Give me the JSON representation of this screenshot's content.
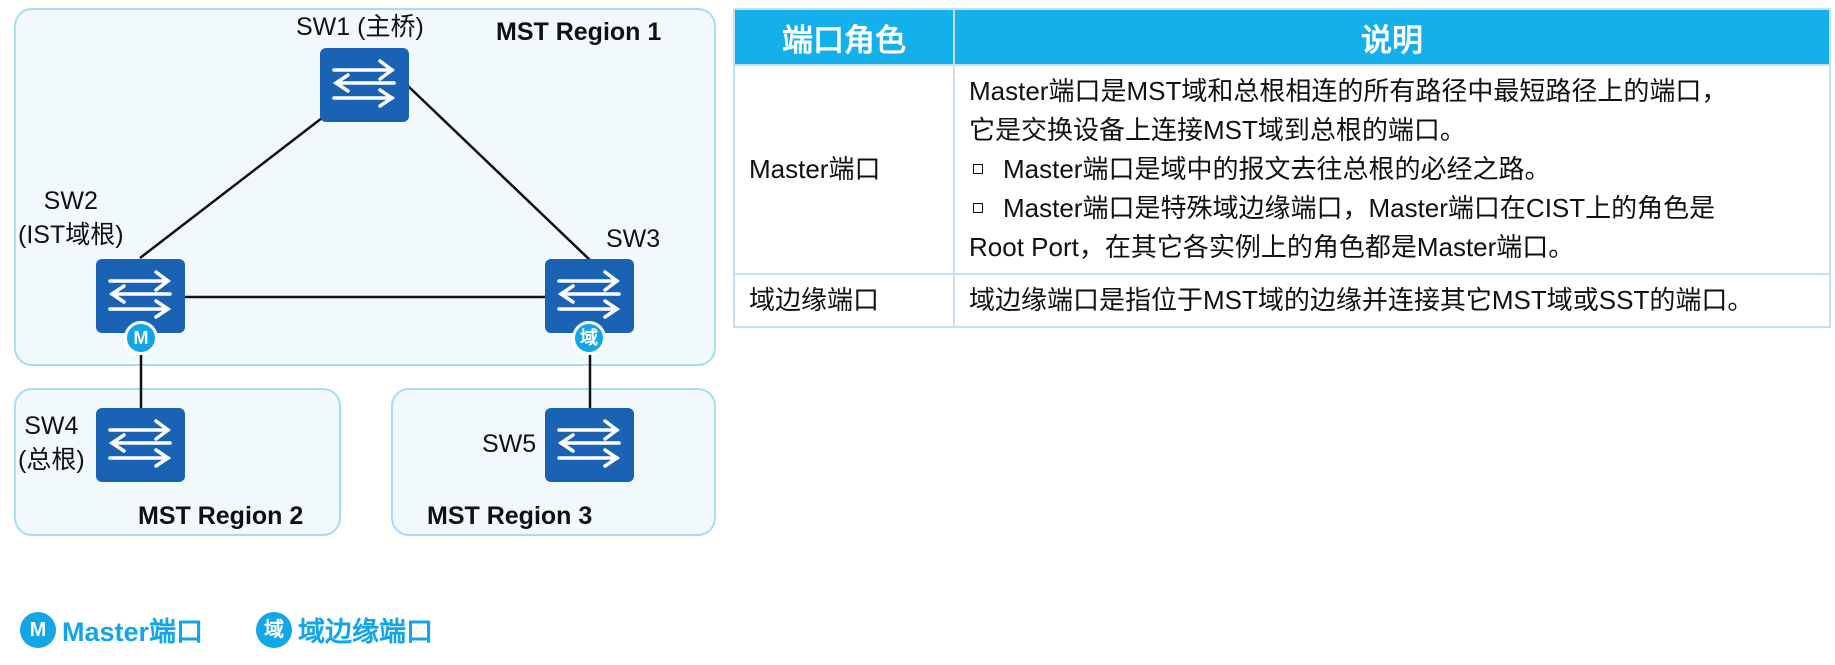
{
  "regions": [
    {
      "label": "MST Region 1"
    },
    {
      "label": "MST Region 2"
    },
    {
      "label": "MST Region 3"
    }
  ],
  "switches": [
    {
      "name": "SW1 (主桥)"
    },
    {
      "name_line1": "SW2",
      "name_line2": "(IST域根)"
    },
    {
      "name": "SW3"
    },
    {
      "name_line1": "SW4",
      "name_line2": "(总根)"
    },
    {
      "name": "SW5"
    }
  ],
  "badges": {
    "master": "M",
    "edge": "域"
  },
  "table": {
    "headers": [
      "端口角色",
      "说明"
    ],
    "rows": [
      {
        "role": "Master端口",
        "desc_lines": [
          "Master端口是MST域和总根相连的所有路径中最短路径上的端口，",
          "它是交换设备上连接MST域到总根的端口。",
          "Master端口是域中的报文去往总根的必经之路。",
          "Master端口是特殊域边缘端口，Master端口在CIST上的角色是",
          "Root Port，在其它各实例上的角色都是Master端口。"
        ]
      },
      {
        "role": "域边缘端口",
        "desc": "域边缘端口是指位于MST域的边缘并连接其它MST域或SST的端口。"
      }
    ]
  },
  "legend": [
    {
      "badge": "M",
      "label": "Master端口"
    },
    {
      "badge": "域",
      "label": "域边缘端口"
    }
  ],
  "colors": {
    "accent": "#13b0ec",
    "switch": "#1a62b3",
    "region_border": "#a8dcef"
  }
}
